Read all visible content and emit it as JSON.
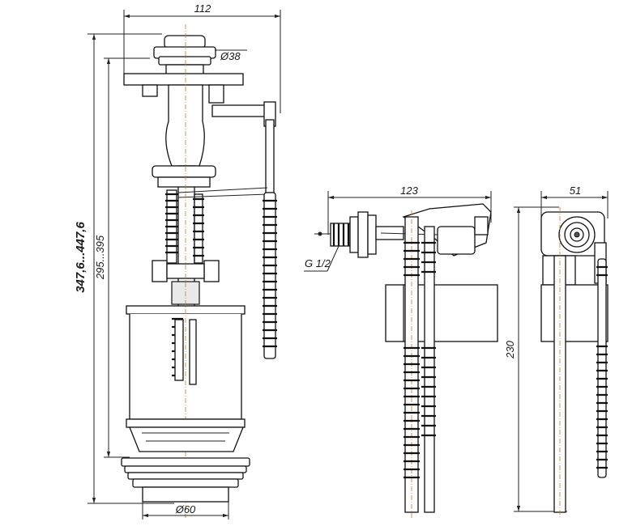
{
  "flush_valve": {
    "dim_top_width": "112",
    "dim_button_diameter": "Ø38",
    "dim_total_height": "347,6...447,6",
    "dim_body_height": "295...395",
    "dim_base_diameter": "Ø60"
  },
  "fill_valve_side": {
    "dim_width": "123",
    "dim_thread": "G 1/2"
  },
  "fill_valve_front": {
    "dim_width": "51",
    "dim_height": "230"
  }
}
